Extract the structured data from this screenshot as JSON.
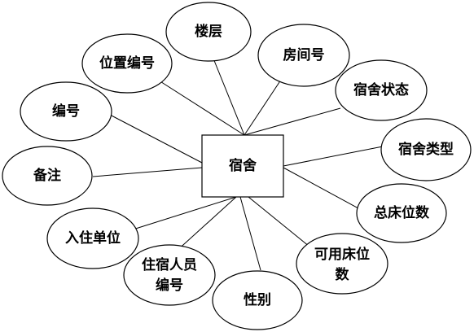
{
  "entity": {
    "label": "宿舍"
  },
  "attributes": [
    {
      "label": "楼层"
    },
    {
      "label": "房间号"
    },
    {
      "label": "位置编号"
    },
    {
      "label": "宿舍状态"
    },
    {
      "label": "编号"
    },
    {
      "label": "宿舍类型"
    },
    {
      "label": "备注"
    },
    {
      "label": "总床位数"
    },
    {
      "label": "入住单位"
    },
    {
      "label": "可用床位",
      "label_line2": "数"
    },
    {
      "label": "住宿人员",
      "label_line2": "编号"
    },
    {
      "label": "性别"
    }
  ]
}
